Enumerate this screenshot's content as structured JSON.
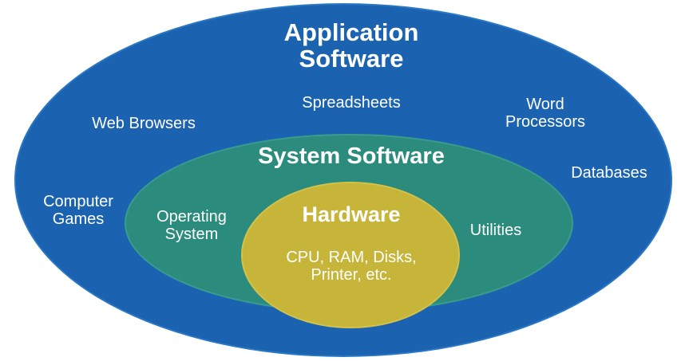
{
  "diagram": {
    "application": {
      "title": "Application\nSoftware",
      "items": [
        "Spreadsheets",
        "Web Browsers",
        "Word\nProcessors",
        "Databases",
        "Computer\nGames"
      ]
    },
    "system": {
      "title": "System Software",
      "items": [
        "Operating\nSystem",
        "Utilities"
      ]
    },
    "hardware": {
      "title": "Hardware",
      "description": "CPU, RAM, Disks,\nPrinter, etc."
    }
  },
  "colors": {
    "application": "#1b63b0",
    "system": "#2b8c7e",
    "hardware": "#c7b53a",
    "text": "#ffffff"
  }
}
